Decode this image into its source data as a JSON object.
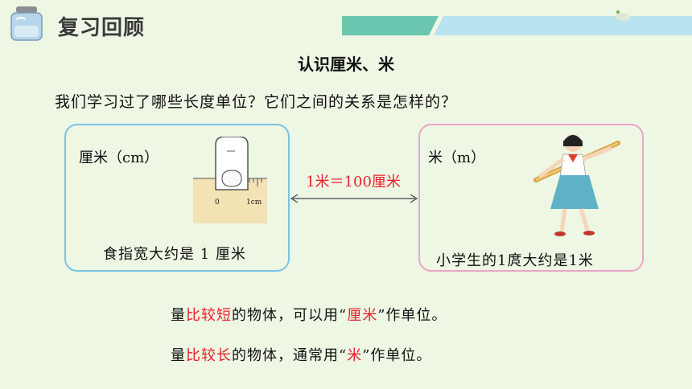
{
  "header": {
    "title": "复习回顾",
    "icon": "jar-icon",
    "band_colors": [
      "#6cc7b0",
      "#b9e3ef"
    ]
  },
  "subtitle": "认识厘米、米",
  "question": "我们学习过了哪些长度单位？它们之间的关系是怎样的？",
  "cm_box": {
    "label": "厘米（cm）",
    "ruler_zero": "0",
    "ruler_unit": "1cm",
    "caption": "食指宽大约是 1 厘米",
    "border_color": "#79c4e6"
  },
  "relation": "1米＝100厘米",
  "m_box": {
    "label": "米（m）",
    "caption": "小学生的1庹大约是1米",
    "border_color": "#e9a6c6"
  },
  "summary": [
    {
      "pre": "量",
      "highlight": "比较短",
      "mid": "的物体，可以用“",
      "unit": "厘米",
      "post": "”作单位。"
    },
    {
      "pre": "量",
      "highlight": "比较长",
      "mid": "的物体，通常用“",
      "unit": "米",
      "post": "”作单位。"
    }
  ],
  "accent_color": "#e8232b"
}
